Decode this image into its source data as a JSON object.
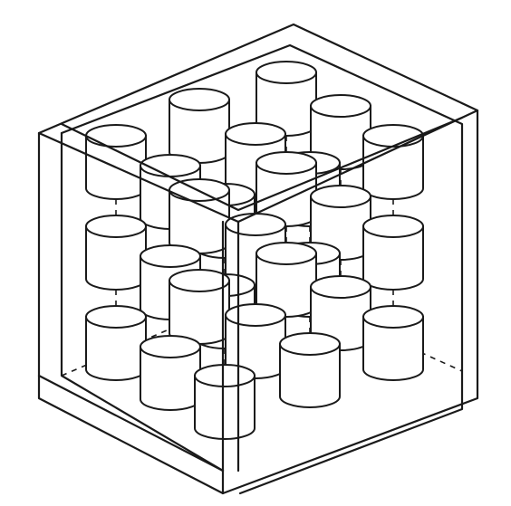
{
  "figure": {
    "type": "isometric-line-drawing",
    "subject": "box-with-cylinder-lattice",
    "grid": {
      "columns": 3,
      "rows": 3,
      "layers": 3
    },
    "colors": {
      "line": "#1a1a1a",
      "background": "#ffffff"
    }
  }
}
